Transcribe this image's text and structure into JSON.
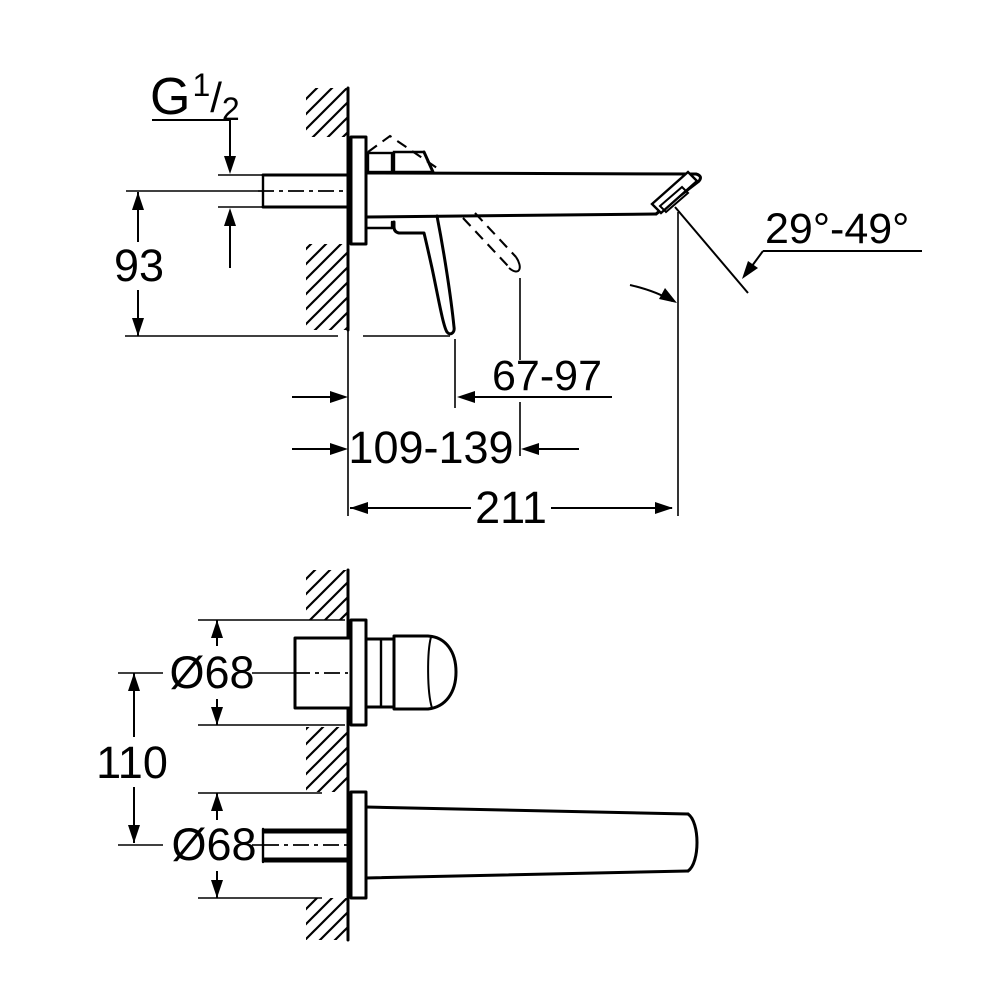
{
  "drawing": {
    "title": "Wall-mounted two-hole basin mixer — installation dimension drawing",
    "colors": {
      "line": "#000000",
      "background": "#ffffff"
    },
    "views": {
      "side": {
        "thread_label": {
          "prefix": "G",
          "numerator": "1",
          "slash": "/",
          "denominator": "2"
        },
        "dimensions": {
          "spout_height": "93",
          "lever_projection": "67-97",
          "lever_projection_raised": "109-139",
          "spout_projection": "211",
          "spout_angle_range": "29°-49°"
        }
      },
      "front": {
        "dimensions": {
          "handle_escutcheon_diameter": "Ø68",
          "center_distance": "110",
          "spout_escutcheon_diameter": "Ø68"
        }
      }
    }
  }
}
